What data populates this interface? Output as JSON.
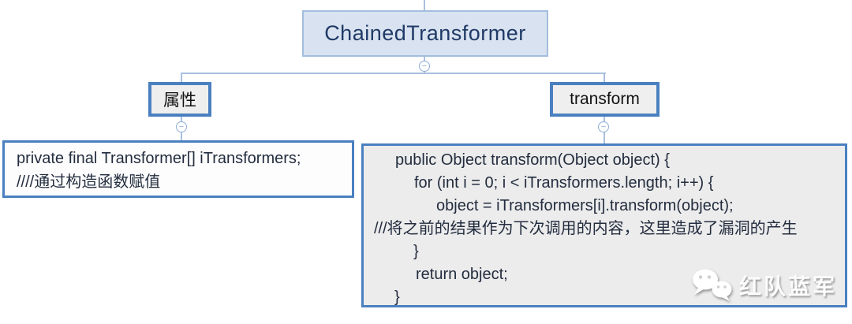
{
  "diagram": {
    "root": {
      "label": "ChainedTransformer"
    },
    "nodes": {
      "attr": {
        "label": "属性"
      },
      "transform": {
        "label": "transform"
      }
    },
    "attr_code": {
      "lines": [
        "private final Transformer[] iTransformers;",
        "////通过构造函数赋值"
      ]
    },
    "transform_code": {
      "lines": [
        "public Object transform(Object object) {",
        "for (int i = 0; i < iTransformers.length; i++) {",
        "object = iTransformers[i].transform(object);",
        "///将之前的结果作为下次调用的内容，这里造成了漏洞的产生",
        "}",
        "return object;",
        "}"
      ]
    },
    "collapse_glyph": "−",
    "watermark": {
      "label": "红队蓝军"
    },
    "colors": {
      "node_border": "#4a80c0",
      "root_bg": "#d9e2f0",
      "root_border": "#a3bede",
      "root_text": "#1f3a66",
      "connector": "#a9c0de",
      "code_bg_left": "#fdfdfd",
      "code_bg_right": "#ececec",
      "code_text": "#232d3f",
      "node_bg": "#efefef"
    }
  }
}
